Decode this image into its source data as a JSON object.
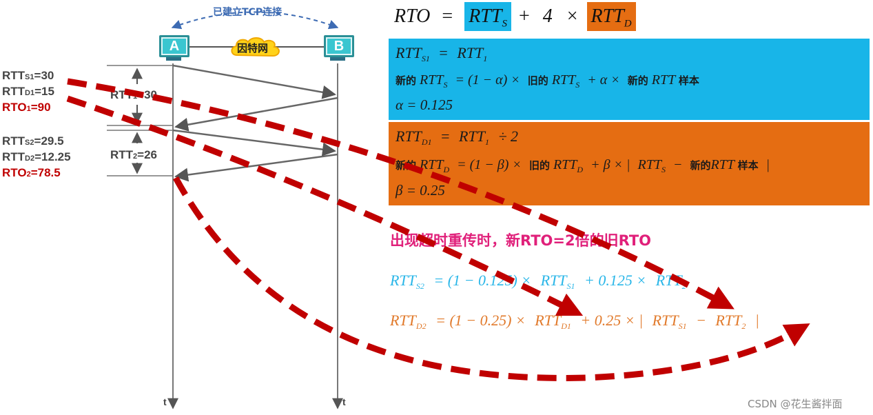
{
  "diagram": {
    "connection_label": "已建立TCP连接",
    "node_a": "A",
    "node_b": "B",
    "network_label": "因特网",
    "rtt1_label": "RTT1=30",
    "rtt2_label": "RTT2=26",
    "time_axis_label": "t"
  },
  "left_labels": {
    "rtts1": "RTTS1=30",
    "rttd1": "RTTD1=15",
    "rto1": "RTO1=90",
    "rtts2": "RTTS2=29.5",
    "rttd2": "RTTD2=12.25",
    "rto2": "RTO2=78.5"
  },
  "formulas": {
    "rto": {
      "lhs": "RTO",
      "eq": "=",
      "t1": "RTT",
      "t1_sub": "S",
      "plus": "+",
      "four": "4",
      "times": "×",
      "t2": "RTT",
      "t2_sub": "D"
    },
    "blue_box": {
      "line1": {
        "a": "RTT",
        "a_sub": "S1",
        "eq": "=",
        "b": "RTT",
        "b_sub": "1"
      },
      "line2": {
        "w1": "新的",
        "a": "RTT",
        "a_sub": "S",
        "mid": "= (1 − α) ×",
        "w2": "旧的",
        "b": "RTT",
        "b_sub": "S",
        "mid2": "+ α ×",
        "w3": "新的",
        "c": "RTT",
        "w4": "样本"
      },
      "line3": "α = 0.125"
    },
    "orange_box": {
      "line1": {
        "a": "RTT",
        "a_sub": "D1",
        "eq": "=",
        "b": "RTT",
        "b_sub": "1",
        "rest": "÷ 2"
      },
      "line2": {
        "w1": "新的",
        "a": "RTT",
        "a_sub": "D",
        "mid": "= (1 − β) ×",
        "w2": "旧的",
        "b": "RTT",
        "b_sub": "D",
        "mid2": "+ β × |",
        "c": "RTT",
        "c_sub": "S",
        "minus": "−",
        "w3": "新的",
        "d": "RTT",
        "w4": "样本",
        "end": "|"
      },
      "line3": "β = 0.25"
    },
    "timeout_note": "出现超时重传时，新RTO=2倍的旧RTO",
    "rtts2_eq": {
      "a": "RTT",
      "a_sub": "S2",
      "mid": "= (1 − 0.125) ×",
      "b": "RTT",
      "b_sub": "S1",
      "mid2": "+ 0.125 ×",
      "c": "RTT",
      "c_sub": "2"
    },
    "rttd2_eq": {
      "a": "RTT",
      "a_sub": "D2",
      "mid": "= (1 − 0.25) ×",
      "b": "RTT",
      "b_sub": "D1",
      "mid2": "+ 0.25 × |",
      "c": "RTT",
      "c_sub": "S1",
      "minus": "−",
      "d": "RTT",
      "d_sub": "2",
      "end": "|"
    }
  },
  "watermark": "CSDN @花生酱拌面",
  "colors": {
    "blue": "#18b5e8",
    "orange": "#e56d12",
    "red_dash": "#c00000",
    "node": "#3ac6d0"
  }
}
